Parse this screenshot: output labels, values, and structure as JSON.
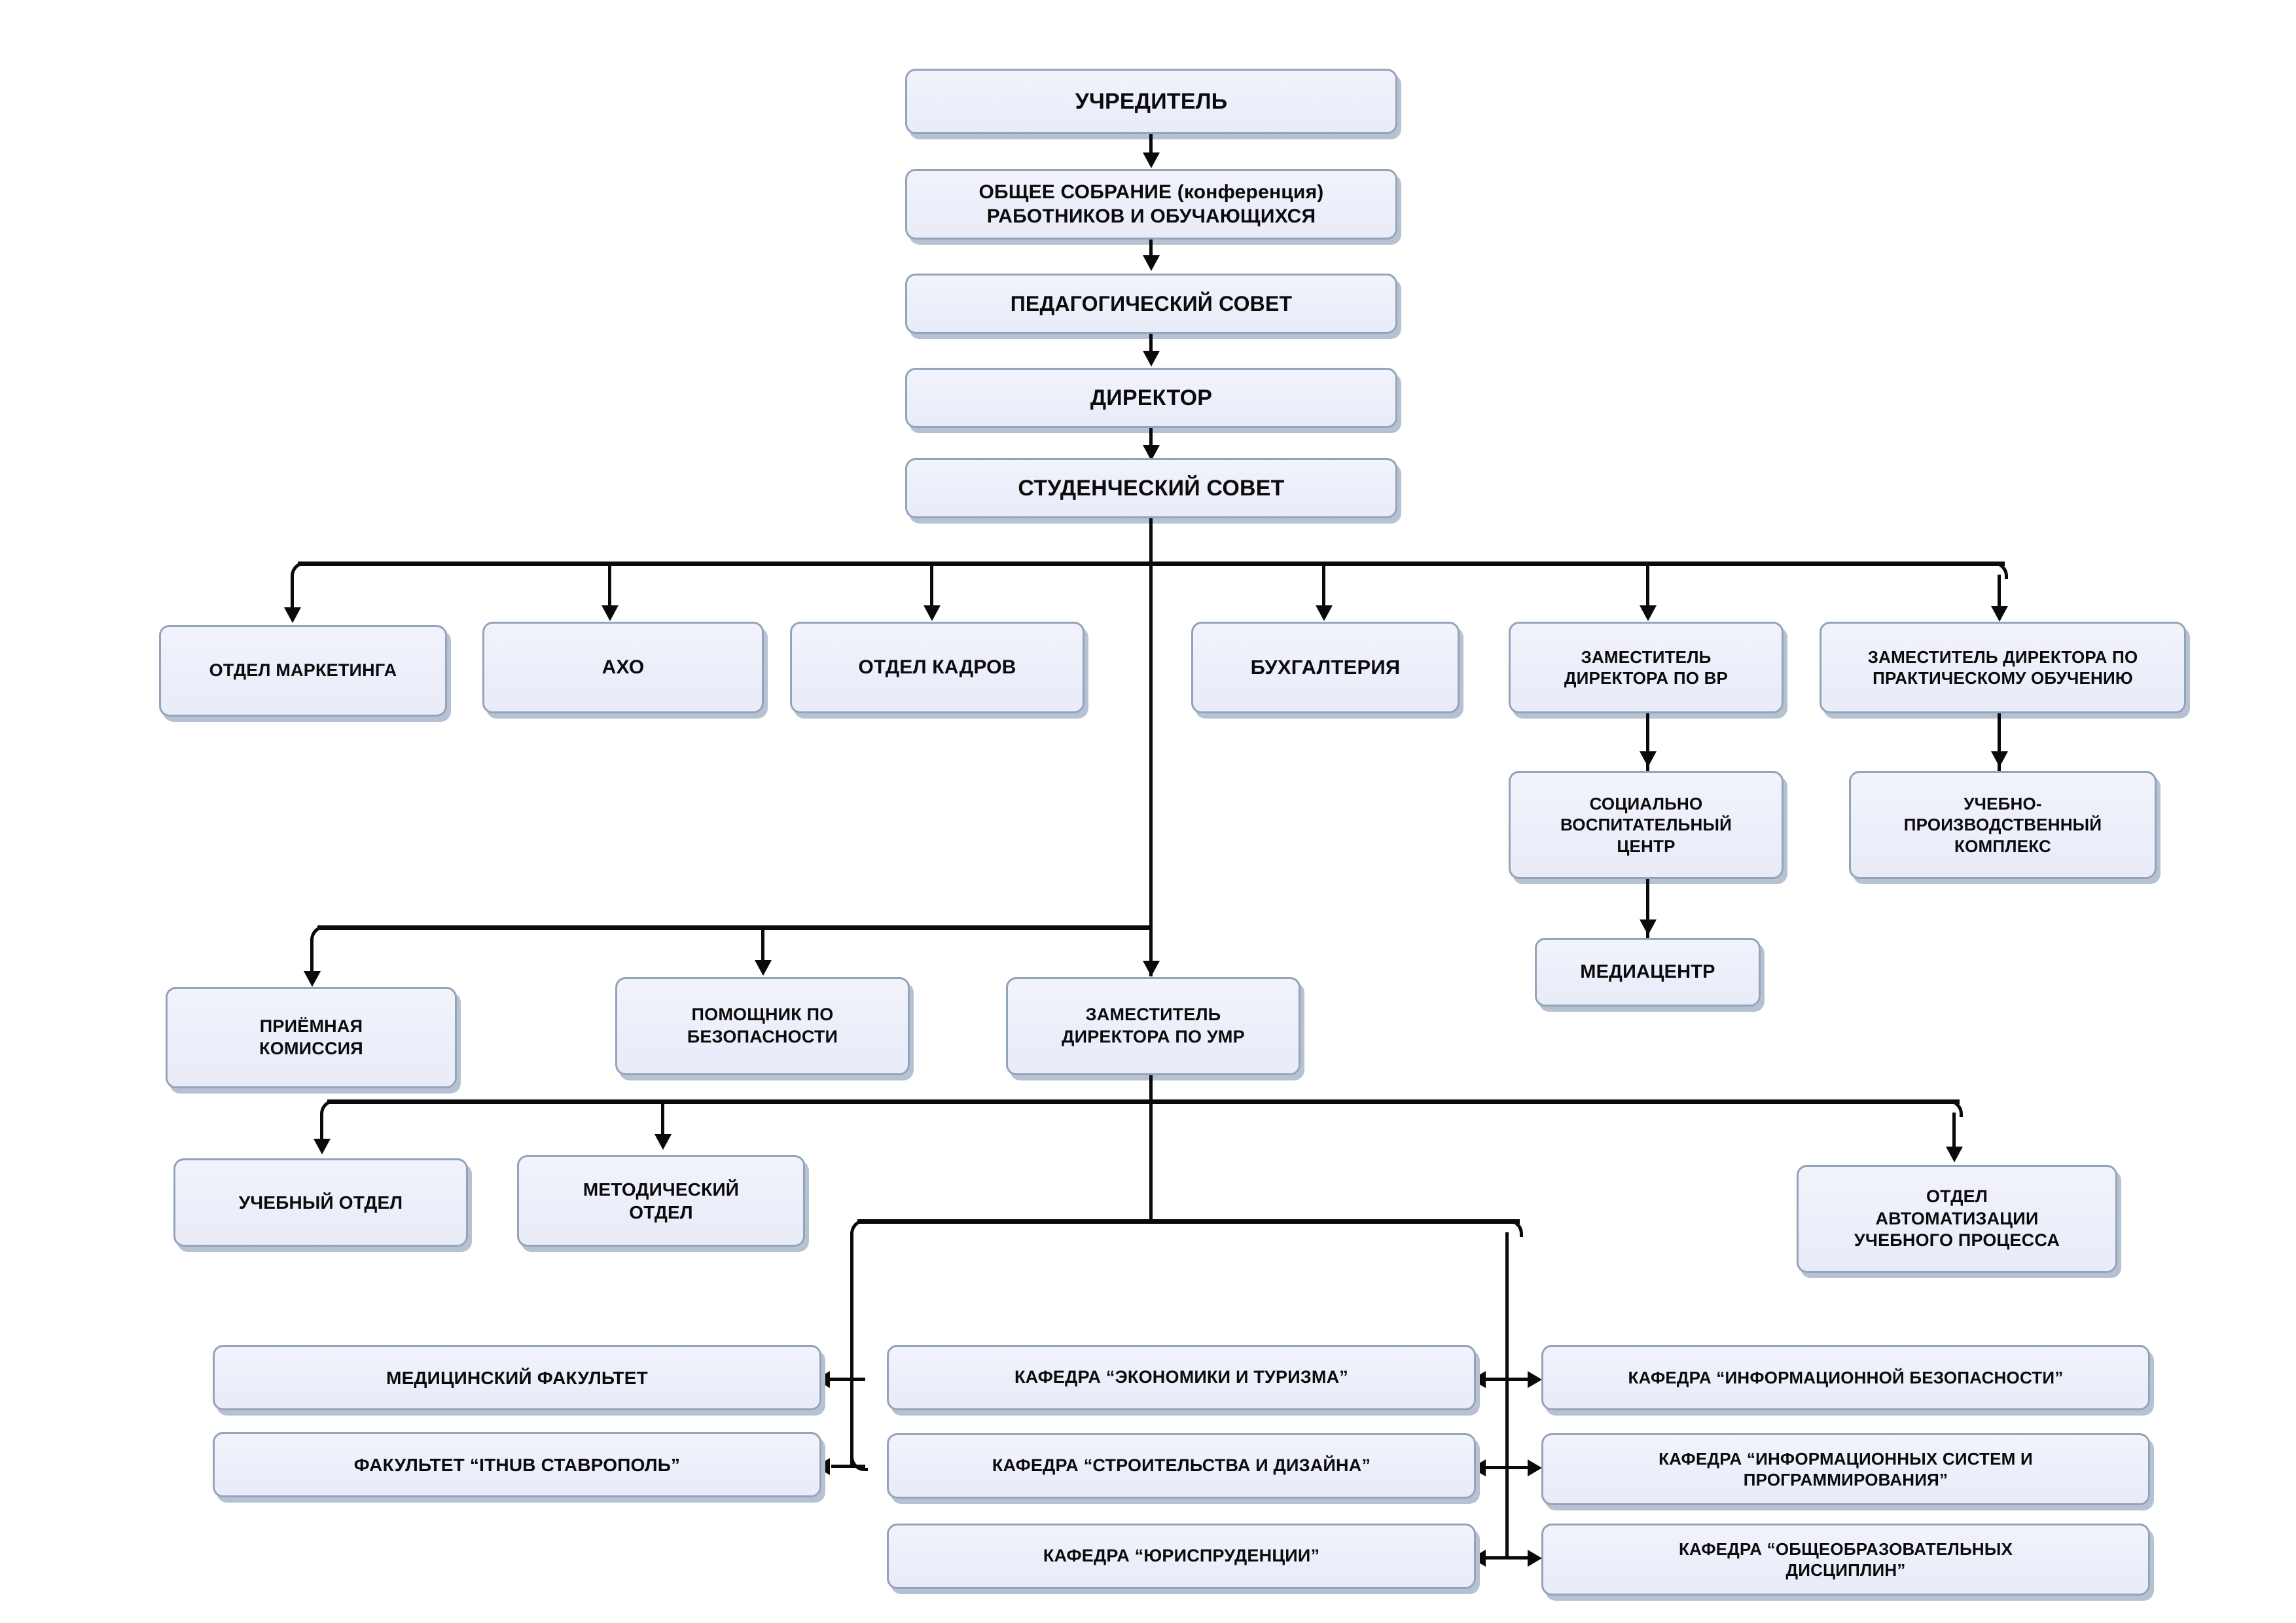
{
  "diagram": {
    "type": "organizational-chart",
    "language": "ru",
    "colors": {
      "box_fill": "#eceefa",
      "box_border": "#93a3ba",
      "box_shadow": "#b6c2d2",
      "connector": "#0a0a0a",
      "background": "#ffffff"
    },
    "nodes": {
      "founder": "УЧРЕДИТЕЛЬ",
      "general_assembly_line1": "ОБЩЕЕ СОБРАНИЕ (конференция)",
      "general_assembly_line2": "РАБОТНИКОВ И ОБУЧАЮЩИХСЯ",
      "pedagogical_council": "ПЕДАГОГИЧЕСКИЙ СОВЕТ",
      "director": "ДИРЕКТОР",
      "student_council": "СТУДЕНЧЕСКИЙ СОВЕТ",
      "marketing_department": "ОТДЕЛ МАРКЕТИНГА",
      "akho": "АХО",
      "hr_department": "ОТДЕЛ КАДРОВ",
      "accounting": "БУХГАЛТЕРИЯ",
      "deputy_director_vr_line1": "ЗАМЕСТИТЕЛЬ",
      "deputy_director_vr_line2": "ДИРЕКТОРА ПО ВР",
      "deputy_director_practical_line1": "ЗАМЕСТИТЕЛЬ ДИРЕКТОРА ПО",
      "deputy_director_practical_line2": "ПРАКТИЧЕСКОМУ ОБУЧЕНИЮ",
      "social_center_line1": "СОЦИАЛЬНО",
      "social_center_line2": "ВОСПИТАТЕЛЬНЫЙ",
      "social_center_line3": "ЦЕНТР",
      "production_complex_line1": "УЧЕБНО-",
      "production_complex_line2": "ПРОИЗВОДСТВЕННЫЙ",
      "production_complex_line3": "КОМПЛЕКС",
      "mediacenter": "МЕДИАЦЕНТР",
      "admission_committee_line1": "ПРИЁМНАЯ",
      "admission_committee_line2": "КОМИССИЯ",
      "security_assistant_line1": "ПОМОЩНИК ПО",
      "security_assistant_line2": "БЕЗОПАСНОСТИ",
      "deputy_director_umr_line1": "ЗАМЕСТИТЕЛЬ",
      "deputy_director_umr_line2": "ДИРЕКТОРА ПО УМР",
      "academic_department": "УЧЕБНЫЙ ОТДЕЛ",
      "methodical_department_line1": "МЕТОДИЧЕСКИЙ",
      "methodical_department_line2": "ОТДЕЛ",
      "automation_department_line1": "ОТДЕЛ",
      "automation_department_line2": "АВТОМАТИЗАЦИИ",
      "automation_department_line3": "УЧЕБНОГО ПРОЦЕССА",
      "medical_faculty": "МЕДИЦИНСКИЙ ФАКУЛЬТЕТ",
      "ithub_faculty": "ФАКУЛЬТЕТ “ITHUB СТАВРОПОЛЬ”",
      "kafedra_economics": "КАФЕДРА “ЭКОНОМИКИ И ТУРИЗМА”",
      "kafedra_construction": "КАФЕДРА “СТРОИТЕЛЬСТВА И ДИЗАЙНА”",
      "kafedra_law": "КАФЕДРА “ЮРИСПРУДЕНЦИИ”",
      "kafedra_infosec": "КАФЕДРА “ИНФОРМАЦИОННОЙ БЕЗОПАСНОСТИ”",
      "kafedra_is_prog_line1": "КАФЕДРА “ИНФОРМАЦИОННЫХ СИСТЕМ И",
      "kafedra_is_prog_line2": "ПРОГРАММИРОВАНИЯ”",
      "kafedra_general_line1": "КАФЕДРА “ОБЩЕОБРАЗОВАТЕЛЬНЫХ",
      "kafedra_general_line2": "ДИСЦИПЛИН”"
    }
  }
}
